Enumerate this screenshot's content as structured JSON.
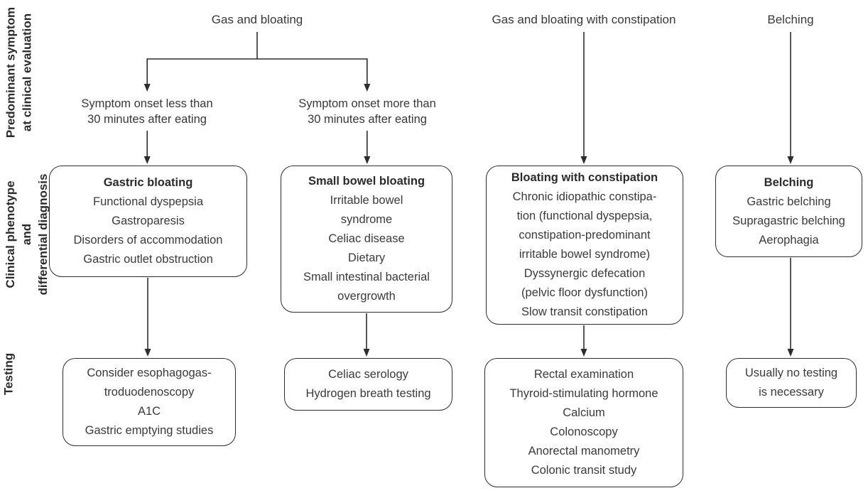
{
  "row_labels": [
    {
      "text": "Predominant symptom\nat clinical evaluation"
    },
    {
      "text": "Clinical phenotype and\ndifferential diagnosis"
    },
    {
      "text": "Testing"
    }
  ],
  "headers": [
    {
      "text": "Gas and bloating"
    },
    {
      "text": "Gas and bloating with constipation"
    },
    {
      "text": "Belching"
    }
  ],
  "conditions": [
    {
      "text": "Symptom onset less than\n30 minutes after eating"
    },
    {
      "text": "Symptom onset more than\n30 minutes after eating"
    }
  ],
  "diagnosis_boxes": [
    {
      "title": "Gastric bloating",
      "items": [
        "Functional dyspepsia",
        "Gastroparesis",
        "Disorders of accommodation",
        "Gastric outlet obstruction"
      ]
    },
    {
      "title": "Small bowel bloating",
      "items": [
        "Irritable bowel\nsyndrome",
        "Celiac disease",
        "Dietary",
        "Small intestinal bacterial\novergrowth"
      ]
    },
    {
      "title": "Bloating with constipation",
      "items": [
        "Chronic idiopathic constipa-\ntion (functional dyspepsia,\nconstipation-predominant\nirritable bowel syndrome)",
        "Dyssynergic defecation\n(pelvic floor dysfunction)",
        "Slow transit constipation"
      ]
    },
    {
      "title": "Belching",
      "items": [
        "Gastric belching",
        "Supragastric belching",
        "Aerophagia"
      ]
    }
  ],
  "testing_boxes": [
    {
      "items": [
        "Consider esophagogas-\ntroduodenoscopy",
        "A1C",
        "Gastric emptying studies"
      ]
    },
    {
      "items": [
        "Celiac serology",
        "Hydrogen breath testing"
      ]
    },
    {
      "items": [
        "Rectal examination",
        "Thyroid-stimulating hormone",
        "Calcium",
        "Colonoscopy",
        "Anorectal manometry",
        "Colonic transit study"
      ]
    },
    {
      "items": [
        "Usually no testing\nis necessary"
      ]
    }
  ],
  "colors": {
    "line": "#2d2d2d",
    "text": "#3a3a3a",
    "title": "#2b2b2b",
    "background": "#ffffff"
  }
}
